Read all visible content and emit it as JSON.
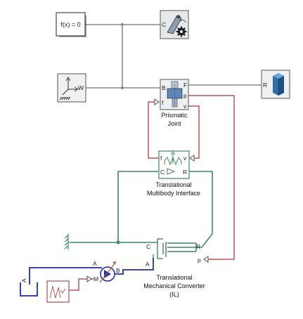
{
  "blocks": {
    "solver_config": {
      "label": "f(x) = 0"
    },
    "mechanism_config": {
      "port_c": "C"
    },
    "world_frame": {
      "port_w": "W"
    },
    "rigid_body": {
      "port_r": "R"
    },
    "prismatic_joint": {
      "name_line1": "Prismatic",
      "name_line2": "Joint",
      "port_b": "B",
      "port_f_left": "f",
      "port_f_right": "F",
      "port_p": "p",
      "port_v": "v"
    },
    "translational_multibody_interface": {
      "name_line1": "Translational",
      "name_line2": "Multibody Interface",
      "port_f": "f",
      "port_v": "v",
      "port_c": "C",
      "port_r": "R"
    },
    "translational_mechanical_converter": {
      "name_line1": "Translational",
      "name_line2": "Mechanical Converter",
      "name_line3": "(IL)",
      "port_c": "C",
      "port_r": "R",
      "port_a": "A",
      "port_p": "p"
    },
    "pump": {
      "port_a": "A",
      "port_b": "B",
      "port_m": "M"
    },
    "reservoir": {
      "port_a": "A"
    }
  },
  "colors": {
    "mechanics_line": "#8a8a8a",
    "physical_signal_line": "#b05a5a",
    "mechanical_translational_line": "#3f8a5a",
    "isothermal_liquid_line": "#1f2fa0"
  }
}
